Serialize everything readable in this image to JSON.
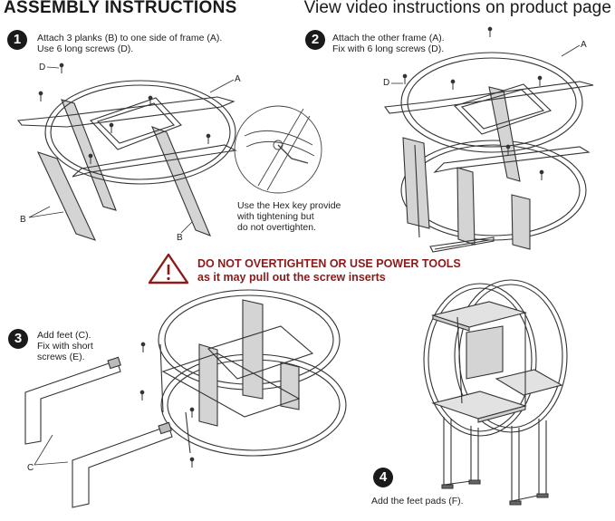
{
  "header": {
    "left_title": "ASSEMBLY INSTRUCTIONS",
    "right_title": "View video instructions on product page"
  },
  "steps": [
    {
      "number": "1",
      "line1": "Attach 3 planks (B) to one side of frame (A).",
      "line2": "Use 6 long screws (D)."
    },
    {
      "number": "2",
      "line1": "Attach the other frame (A).",
      "line2": "Fix with 6 long screws (D)."
    },
    {
      "number": "3",
      "line1": "Add feet (C).",
      "line2": "Fix with short",
      "line3": "screws (E)."
    },
    {
      "number": "4",
      "line1": "Add the feet pads (F)."
    }
  ],
  "hex_note": {
    "line1": "Use the Hex key provide",
    "line2": "with tightening but",
    "line3": "do not overtighten."
  },
  "warning": {
    "line1": "DO NOT OVERTIGHTEN OR USE POWER TOOLS",
    "line2": "as it may pull out the screw inserts"
  },
  "part_labels": {
    "a": "A",
    "b": "B",
    "c": "C",
    "d": "D"
  },
  "colors": {
    "warning_red": "#8b1a1a",
    "plank_gray": "#d4d4d4",
    "line": "#333333"
  },
  "icons": {
    "warning": "warning-triangle-icon"
  }
}
